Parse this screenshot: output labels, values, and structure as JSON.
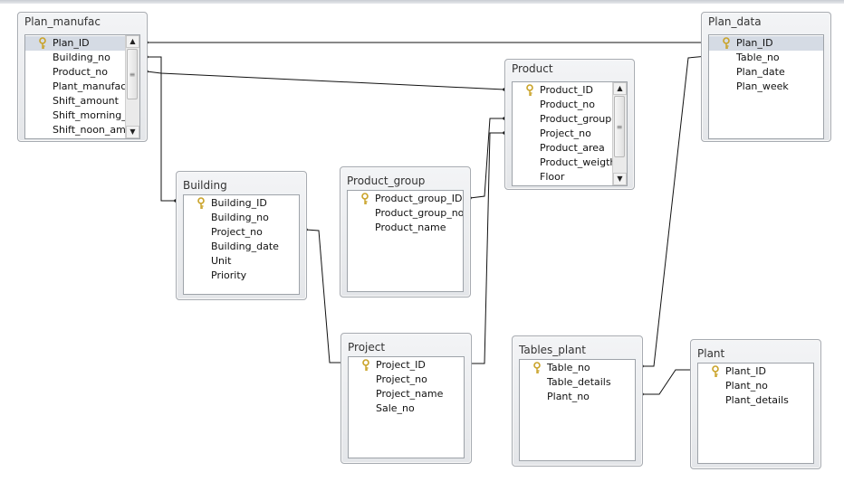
{
  "tables": {
    "plan_manufac": {
      "title": "Plan_manufac",
      "fields": [
        "Plan_ID",
        "Building_no",
        "Product_no",
        "Plant_manufac_d",
        "Shift_amount",
        "Shift_morning_ar",
        "Shift_noon_amou"
      ]
    },
    "plan_data": {
      "title": "Plan_data",
      "fields": [
        "Plan_ID",
        "Table_no",
        "Plan_date",
        "Plan_week"
      ]
    },
    "product": {
      "title": "Product",
      "fields": [
        "Product_ID",
        "Product_no",
        "Product_group",
        "Project_no",
        "Product_area",
        "Product_weigth",
        "Floor"
      ]
    },
    "building": {
      "title": "Building",
      "fields": [
        "Building_ID",
        "Building_no",
        "Project_no",
        "Building_date",
        "Unit",
        "Priority"
      ]
    },
    "product_group": {
      "title": "Product_group",
      "fields": [
        "Product_group_ID",
        "Product_group_no",
        "Product_name"
      ]
    },
    "project": {
      "title": "Project",
      "fields": [
        "Project_ID",
        "Project_no",
        "Project_name",
        "Sale_no"
      ]
    },
    "tables_plant": {
      "title": "Tables_plant",
      "fields": [
        "Table_no",
        "Table_details",
        "Plant_no"
      ]
    },
    "plant": {
      "title": "Plant",
      "fields": [
        "Plant_ID",
        "Plant_no",
        "Plant_details"
      ]
    }
  },
  "icons": {
    "primary_key": "key-icon",
    "scroll_up": "scroll-up-arrow-icon",
    "scroll_down": "scroll-down-arrow-icon"
  },
  "colors": {
    "relationship_line": "#111111",
    "selected_row": "#d5dbe4",
    "key": "#c9a227"
  }
}
